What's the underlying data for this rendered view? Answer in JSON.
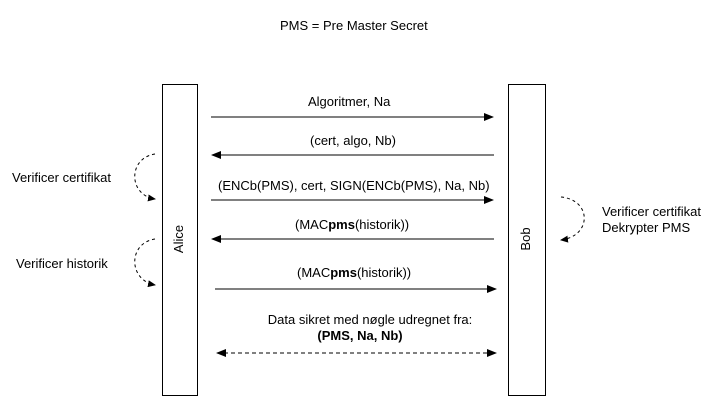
{
  "title": "PMS = Pre Master Secret",
  "participants": {
    "left": "Alice",
    "right": "Bob"
  },
  "messages": {
    "m1": "Algoritmer, Na",
    "m2": "(cert, algo, Nb)",
    "m3": "(ENCb(PMS),  cert, SIGN(ENCb(PMS), Na, Nb)",
    "m4_pre": "(MAC",
    "m4_bold": "pms",
    "m4_post": "(historik))",
    "m5_pre": "(MAC",
    "m5_bold": "pms",
    "m5_post": "(historik))",
    "m6_line1": "Data sikret med nøgle udregnet fra:",
    "m6_line2": "(PMS, Na, Nb)"
  },
  "notes": {
    "alice_verify_cert": "Verificer certifikat",
    "alice_verify_history": "Verificer historik",
    "bob_verify_cert": "Verificer certifikat",
    "bob_decrypt_pms": "Dekrypter PMS"
  }
}
